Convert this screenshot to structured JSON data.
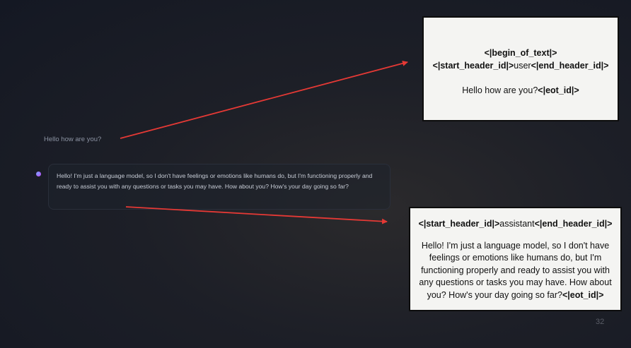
{
  "chat": {
    "user_message": "Hello how are you?",
    "assistant_message": "Hello! I'm just a language model, so I don't have feelings or emotions like humans do, but I'm functioning properly and ready to assist you with any questions or tasks you may have. How about you? How's your day going so far?"
  },
  "user_template": {
    "begin_token": "<|begin_of_text|>",
    "start_header_token": "<|start_header_id|>",
    "role": "user",
    "end_header_token": "<|end_header_id|>",
    "content": "Hello how are you?",
    "eot_token": "<|eot_id|>"
  },
  "assistant_template": {
    "start_header_token": "<|start_header_id|>",
    "role": "assistant",
    "end_header_token": "<|end_header_id|>",
    "content": "Hello! I'm just a language model, so I don't have feelings or emotions like humans do, but I'm functioning properly and ready to assist you with any questions or tasks you may have. How about you? How's your day going so far?",
    "eot_token": "<|eot_id|>"
  },
  "slide": {
    "number": "32"
  },
  "colors": {
    "arrow": "#e53935",
    "box_bg": "#f4f4f2"
  }
}
